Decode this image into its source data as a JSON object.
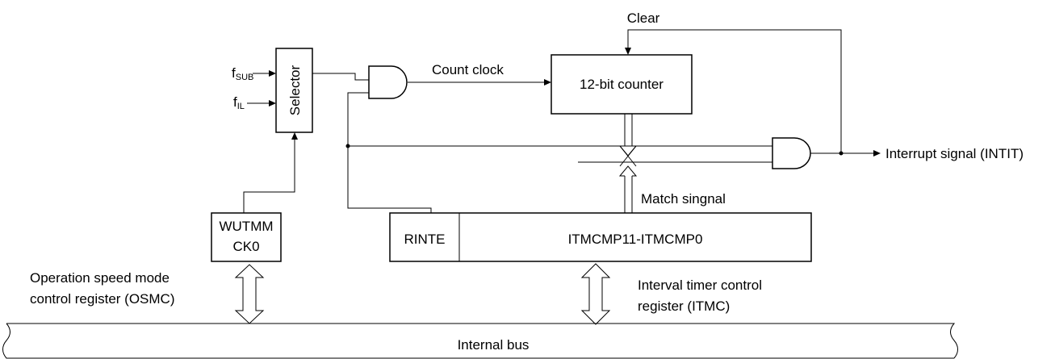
{
  "diagram": {
    "inputs": {
      "fsub_main": "f",
      "fsub_sub": "SUB",
      "fil_main": "f",
      "fil_sub": "IL"
    },
    "selector_label": "Selector",
    "count_clock_label": "Count clock",
    "counter_label": "12-bit counter",
    "clear_label": "Clear",
    "interrupt_label": "Interrupt signal (INTIT)",
    "match_label": "Match singnal",
    "wutmm_line1": "WUTMM",
    "wutmm_line2": "CK0",
    "rinte_label": "RINTE",
    "itmcmp_label": "ITMCMP11-ITMCMP0",
    "osmc_line1": "Operation speed mode",
    "osmc_line2": "control register (OSMC)",
    "itmc_line1": "Interval timer control",
    "itmc_line2": "register (ITMC)",
    "bus_label": "Internal bus"
  }
}
